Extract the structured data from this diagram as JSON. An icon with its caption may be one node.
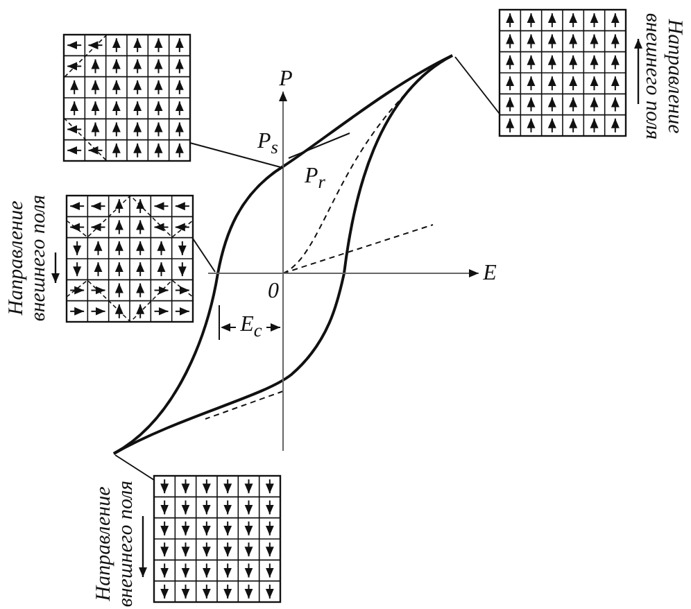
{
  "diagram": {
    "nodes": [
      {
        "text": [],
        "shape": "picture"
      },
      {
        "text": [],
        "shape": "picture",
        "beside": [
          "Направление внешнего поля"
        ]
      },
      {
        "text": [],
        "shape": "picture",
        "beside": [
          "Направление внешнего поля"
        ]
      },
      {
        "text": [],
        "shape": "picture",
        "beside": [
          "Направление внешнего поля"
        ]
      }
    ],
    "edges": [
      {
        "from": 0,
        "to": null,
        "arrow": "none"
      },
      {
        "from": 1,
        "to": null,
        "arrow": "none"
      },
      {
        "from": 2,
        "to": null,
        "arrow": "none"
      },
      {
        "from": 3,
        "to": null,
        "arrow": "none"
      }
    ],
    "labels": [
      "P",
      "P$_{s}$",
      "P$_{r}$",
      "E",
      "0",
      "E$_{c}$"
    ]
  }
}
